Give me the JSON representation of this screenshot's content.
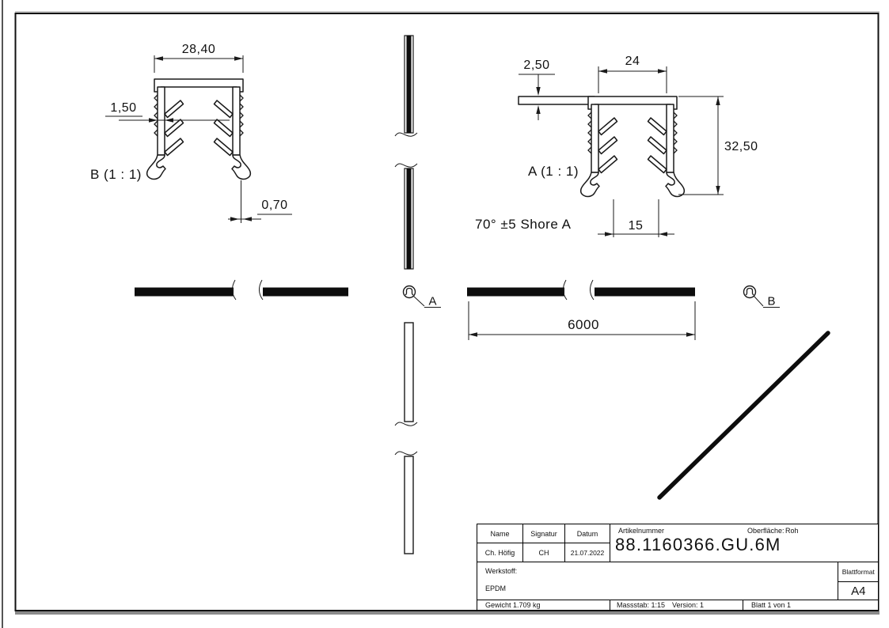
{
  "views": {
    "detail_b": {
      "label": "B (1 : 1)",
      "dim_width": "28,40",
      "dim_wall": "1,50",
      "dim_edge": "0,70"
    },
    "detail_a": {
      "label": "A (1 : 1)",
      "dim_flange": "2,50",
      "dim_inner_width": "24",
      "dim_height": "32,50",
      "dim_gap": "15",
      "note": "70° ±5 Shore A"
    },
    "front": {
      "dim_length": "6000",
      "callout_a": "A",
      "callout_b": "B"
    }
  },
  "title_block": {
    "name_label": "Name",
    "signatur_label": "Signatur",
    "datum_label": "Datum",
    "name_value": "Ch. Höfig",
    "signatur_value": "CH",
    "datum_value": "21.07.2022",
    "artikelnummer_label": "Artikelnummer",
    "artikelnummer_value": "88.1160366.GU.6M",
    "oberflaeche_label": "Oberfläche:",
    "oberflaeche_value": "Roh",
    "werkstoff_label": "Werkstoff:",
    "werkstoff_value": "EPDM",
    "blattformat_label": "Blattformat",
    "blattformat_value": "A4",
    "gewicht": "Gewicht 1.709 kg",
    "massstab": "Massstab: 1:15",
    "version": "Version: 1",
    "blatt": "Blatt 1 von 1"
  }
}
